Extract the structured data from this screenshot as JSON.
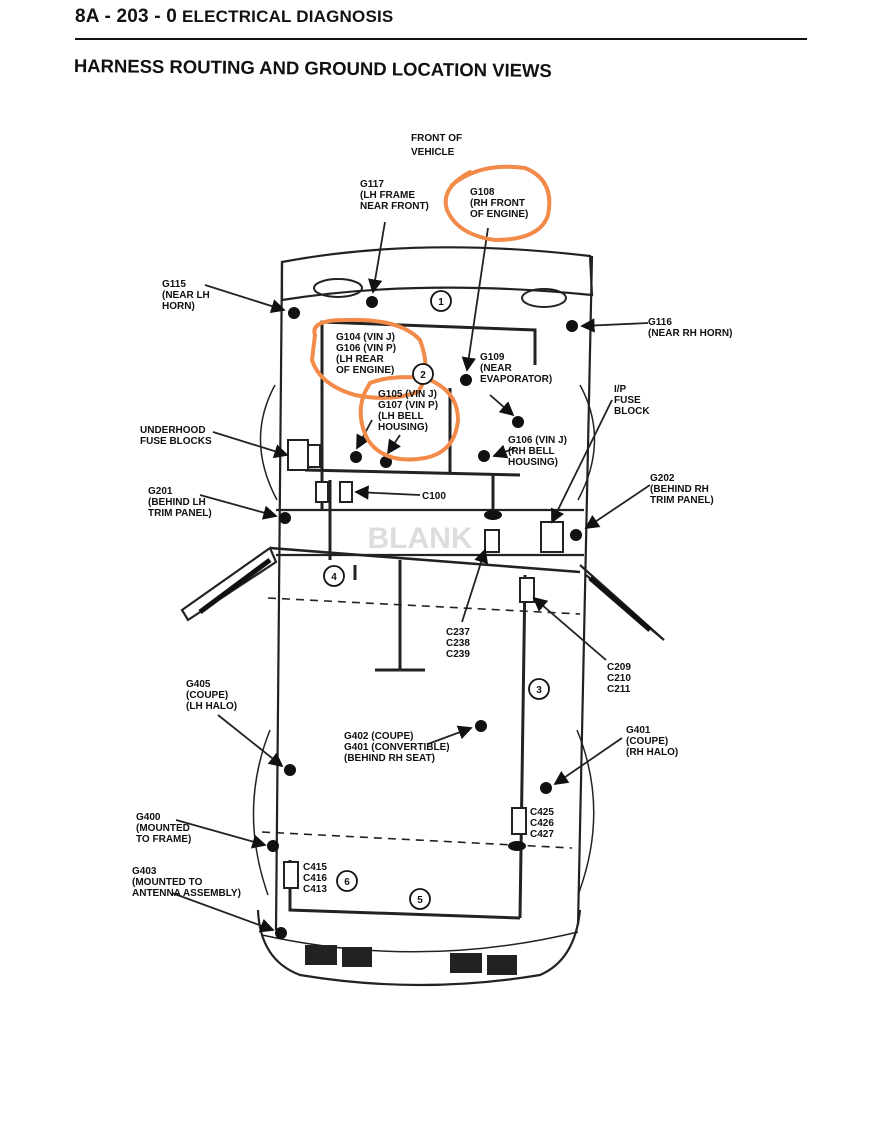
{
  "header": {
    "page_code": "8A - 203 - 0",
    "section": "ELECTRICAL DIAGNOSIS"
  },
  "title": "HARNESS ROUTING AND GROUND LOCATION VIEWS",
  "front_label": [
    "FRONT OF",
    "VEHICLE"
  ],
  "watermark": "BLANK",
  "highlight_color": "#f28a4a",
  "labels": {
    "g117": [
      "G117",
      "(LH FRAME",
      "NEAR FRONT)"
    ],
    "g108": [
      "G108",
      "(RH FRONT",
      "OF ENGINE)"
    ],
    "g115": [
      "G115",
      "(NEAR LH",
      "HORN)"
    ],
    "g116": [
      "G116",
      "(NEAR RH HORN)"
    ],
    "g104": [
      "G104  (VIN J)",
      "G106  (VIN P)",
      "(LH REAR",
      "OF ENGINE)"
    ],
    "g109": [
      "G109",
      "(NEAR",
      "EVAPORATOR)"
    ],
    "g105": [
      "G105  (VIN J)",
      "G107  (VIN P)",
      "(LH BELL",
      "HOUSING)"
    ],
    "ip_fuse": [
      "I/P",
      "FUSE",
      "BLOCK"
    ],
    "underhood": [
      "UNDERHOOD",
      "FUSE BLOCKS"
    ],
    "g106": [
      "G106  (VIN J)",
      "(RH BELL",
      "HOUSING)"
    ],
    "c100": [
      "C100"
    ],
    "g201": [
      "G201",
      "(BEHIND LH",
      "TRIM PANEL)"
    ],
    "g202": [
      "G202",
      "(BEHIND RH",
      "TRIM PANEL)"
    ],
    "c237": [
      "C237",
      "C238",
      "C239"
    ],
    "c209": [
      "C209",
      "C210",
      "C211"
    ],
    "g405": [
      "G405",
      "(COUPE)",
      "(LH HALO)"
    ],
    "g402": [
      "G402  (COUPE)",
      "G401  (CONVERTIBLE)",
      "(BEHIND RH SEAT)"
    ],
    "g401": [
      "G401",
      "(COUPE)",
      "(RH HALO)"
    ],
    "c425": [
      "C425",
      "C426",
      "C427"
    ],
    "g400": [
      "G400",
      "(MOUNTED",
      "TO FRAME)"
    ],
    "c415": [
      "C415",
      "C416",
      "C413"
    ],
    "g403": [
      "G403",
      "(MOUNTED TO",
      "ANTENNA ASSEMBLY)"
    ]
  },
  "circles": [
    "1",
    "2",
    "3",
    "4",
    "5",
    "6"
  ]
}
